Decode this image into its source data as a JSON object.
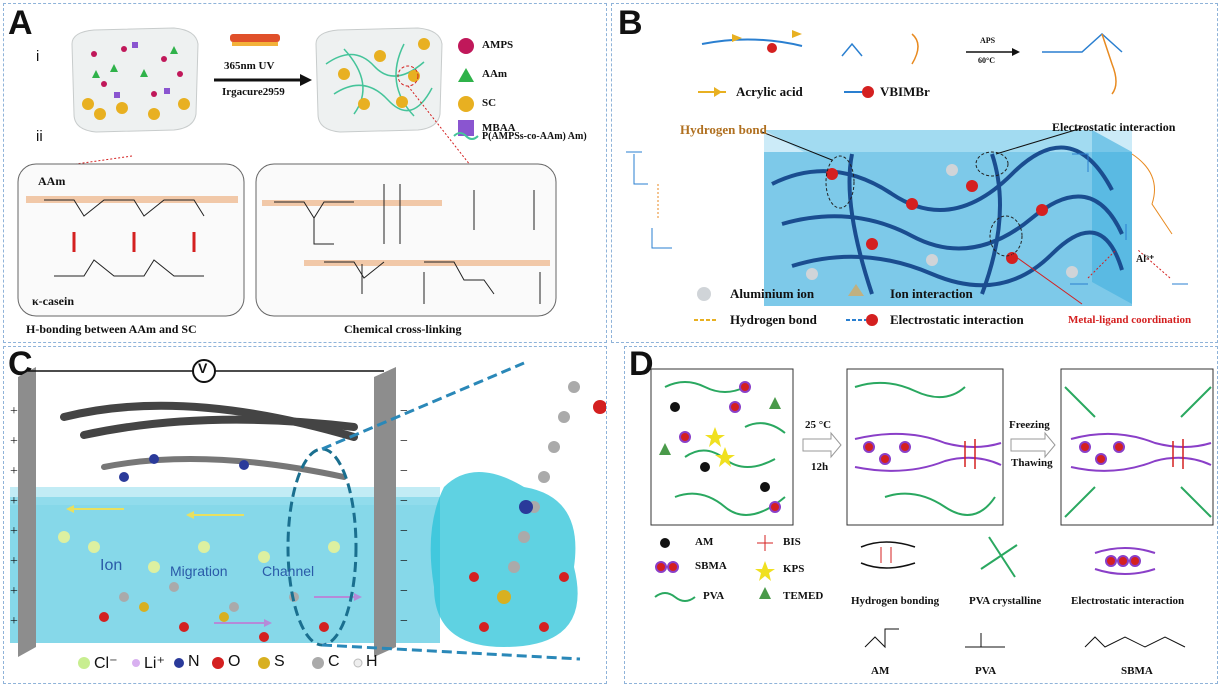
{
  "panels": {
    "a": {
      "label": "A",
      "step_i": "i",
      "step_ii": "ii",
      "arrow_top": "365nm UV",
      "arrow_bottom": "Irgacure2959",
      "legend": [
        "AMPS",
        "AAm",
        "SC",
        "MBAA",
        "P(AMPSs-co-AAm) Am)"
      ],
      "box_left_top": "AAm",
      "box_left_bottom": "κ-casein",
      "caption_left": "H-bonding between AAm and SC",
      "caption_right": "Chemical cross-linking"
    },
    "b": {
      "label": "B",
      "reaction_top": "APS",
      "reaction_bottom": "60°C",
      "acrylic_acid": "Acrylic acid",
      "vbimbr": "VBIMBr",
      "hydrogen_bond_title": "Hydrogen bond",
      "electrostatic_title": "Electrostatic interaction",
      "legend_left": [
        "Aluminium ion",
        "Hydrogen bond"
      ],
      "legend_right": [
        "Ion interaction",
        "Electrostatic interaction"
      ],
      "metal_ligand": "Metal-ligand coordination",
      "al_ion": "Al³⁺"
    },
    "c": {
      "label": "C",
      "voltage": "V",
      "channel_words": [
        "Ion",
        "Migration",
        "Channel"
      ],
      "legend": [
        "Cl⁻",
        "Li⁺",
        "N",
        "O",
        "S",
        "C",
        "H"
      ]
    },
    "d": {
      "label": "D",
      "step1_top": "25 °C",
      "step1_bottom": "12h",
      "step2_top": "Freezing",
      "step2_bottom": "Thawing",
      "legend_left": [
        "AM",
        "SBMA",
        "PVA"
      ],
      "legend_mid": [
        "BIS",
        "KPS",
        "TEMED"
      ],
      "interactions": [
        "Hydrogen bonding",
        "PVA crystalline",
        "Electrostatic interaction"
      ],
      "structures": [
        "AM",
        "PVA",
        "SBMA"
      ]
    }
  },
  "colors": {
    "panel_border": "#8fb3d9",
    "hydrogel_blue": "#3aa7d8",
    "metal_red": "#e02020",
    "pva_green": "#2aa860",
    "sbma_purple": "#8a3fc8"
  }
}
